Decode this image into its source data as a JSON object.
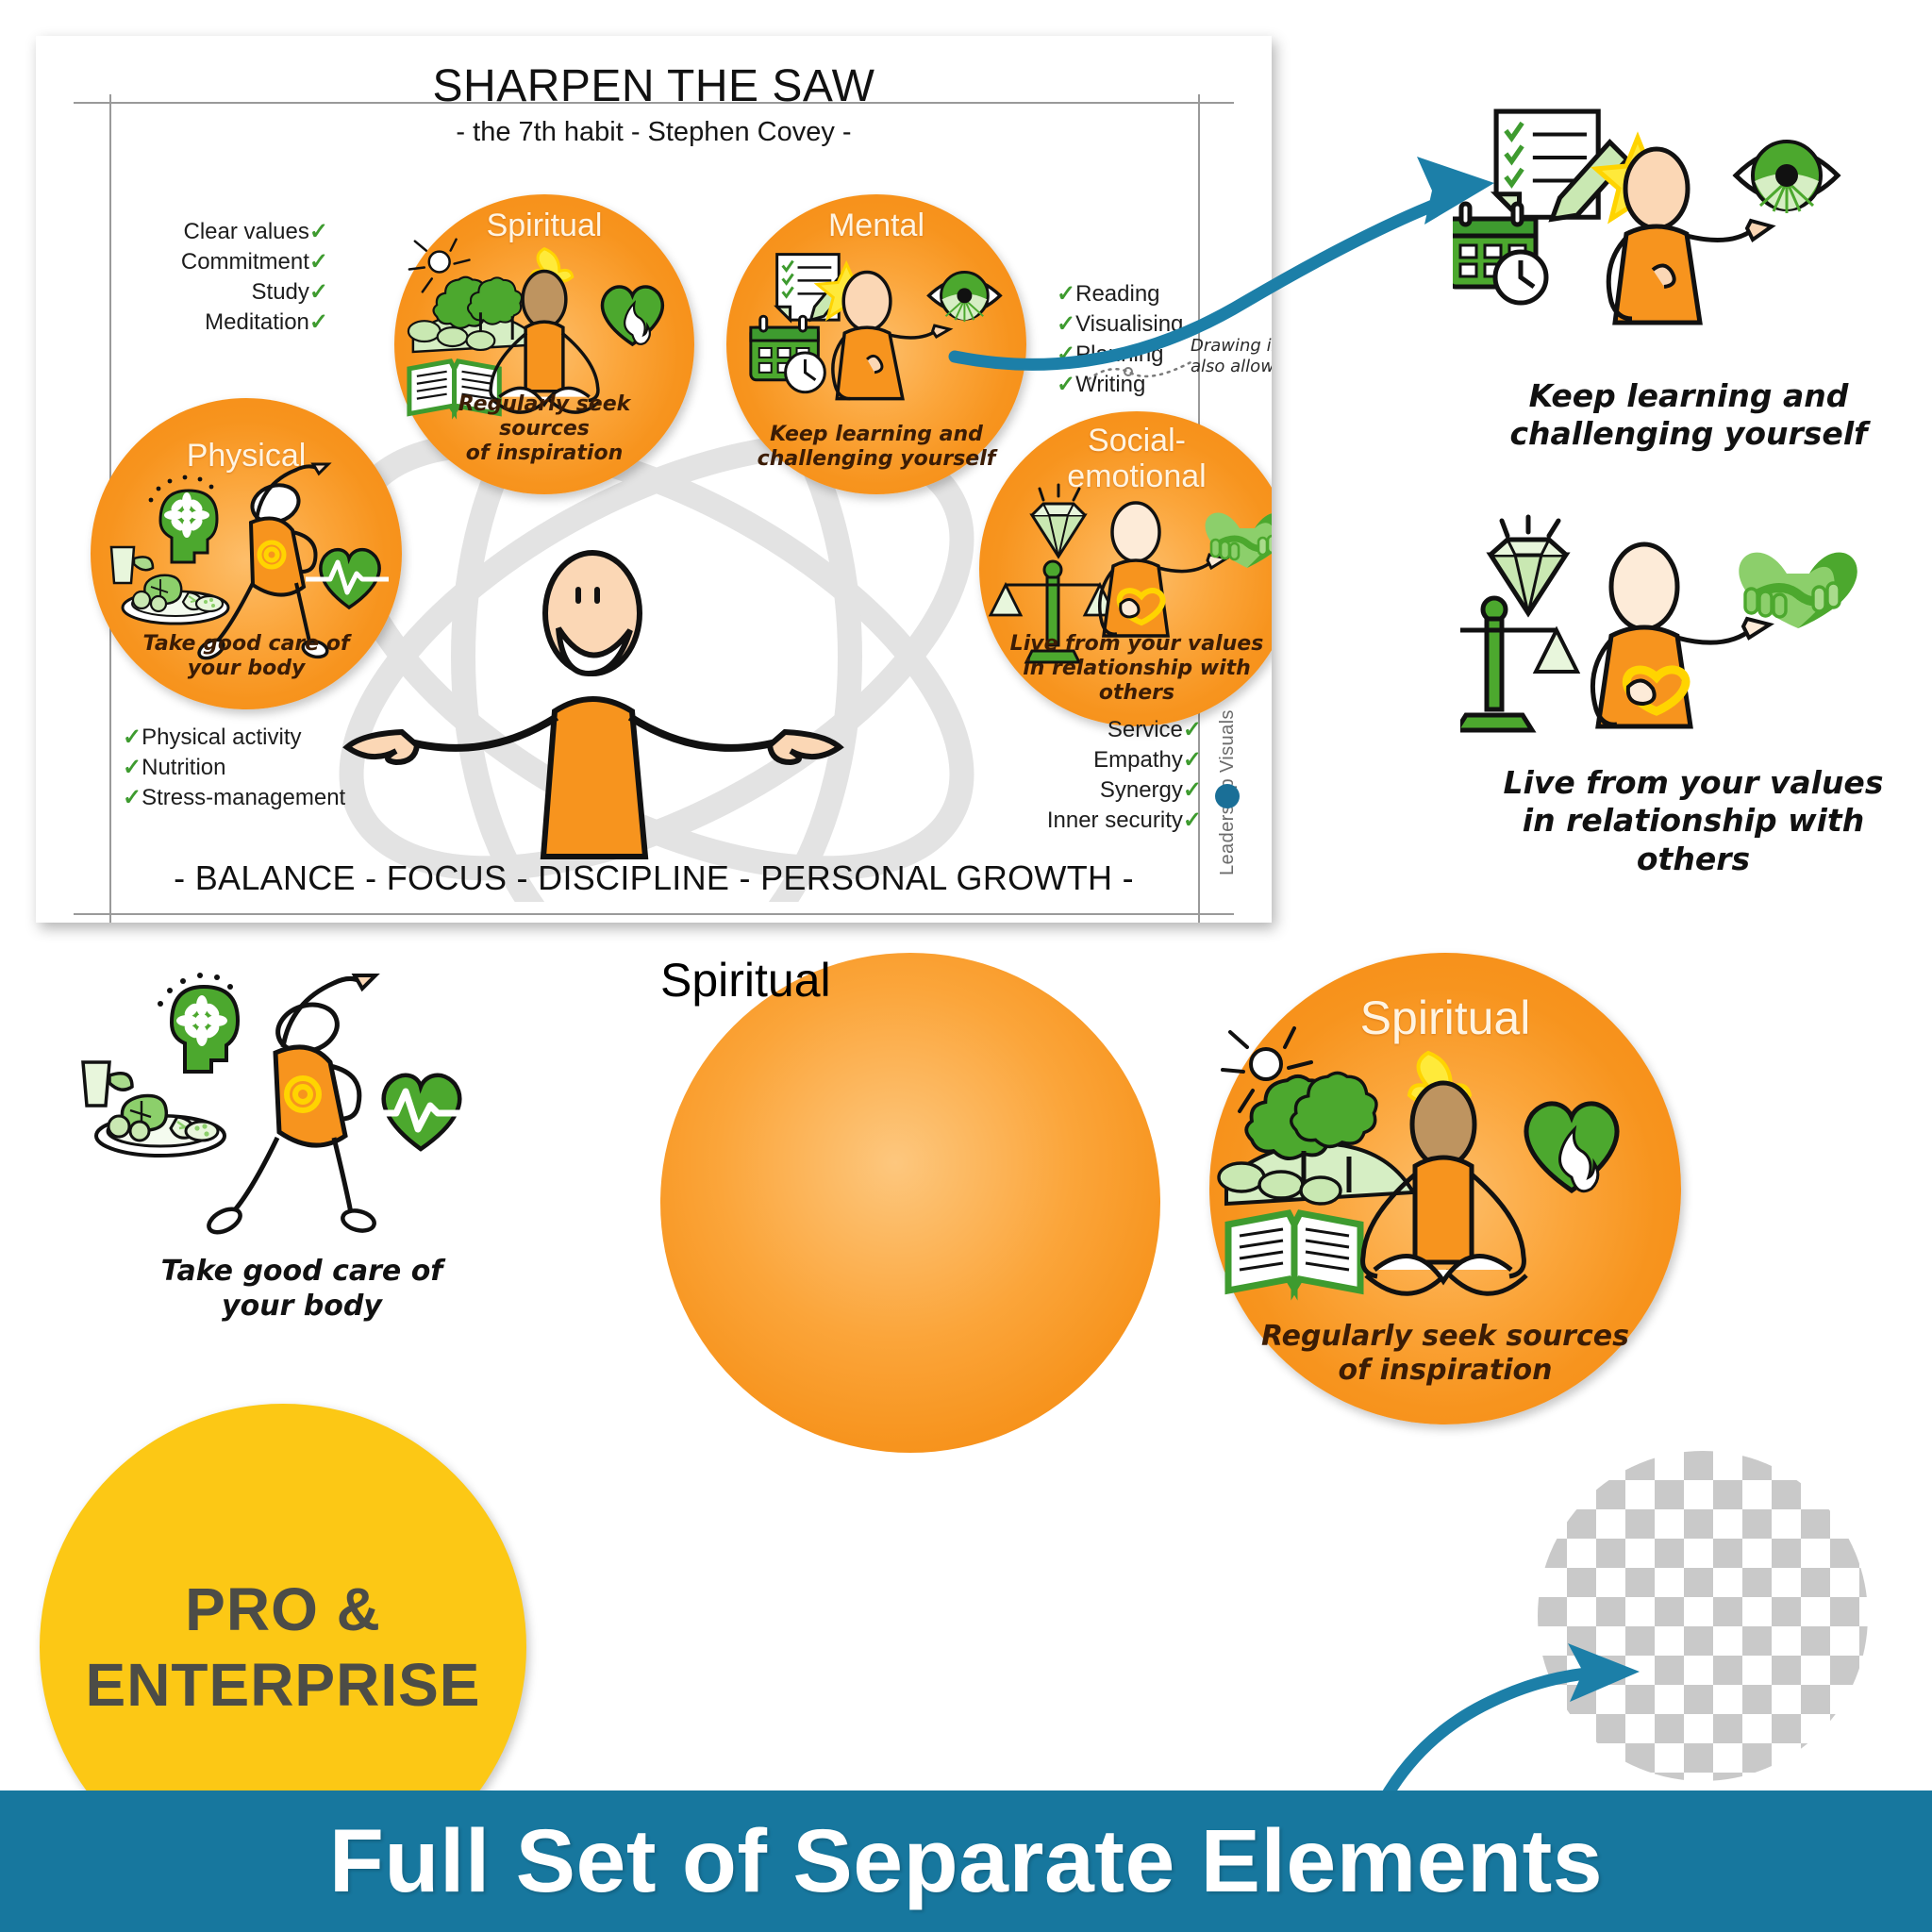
{
  "poster": {
    "title": "SHARPEN THE SAW",
    "subtitle": "- the 7th habit - Stephen Covey -",
    "footer": "- BALANCE - FOCUS - DISCIPLINE - PERSONAL GROWTH -",
    "watermark": "Leadership      Visuals"
  },
  "bubbles": {
    "spiritual": {
      "title": "Spiritual",
      "caption": "Regularly seek sources\nof inspiration",
      "icons": [
        "sun-icon",
        "trees-icon",
        "open-book-icon",
        "meditating-person-icon",
        "flame-halo-icon",
        "green-heart-flame-icon"
      ]
    },
    "mental": {
      "title": "Mental",
      "caption": "Keep learning and\nchallenging yourself",
      "icons": [
        "checklist-pencil-icon",
        "calendar-clock-icon",
        "star-icon",
        "pointing-person-icon",
        "green-eye-icon"
      ]
    },
    "physical": {
      "title": "Physical",
      "caption": "Take good care of\nyour body",
      "icons": [
        "healthy-mind-head-icon",
        "salad-drink-icon",
        "stretching-person-icon",
        "heart-pulse-icon"
      ]
    },
    "social": {
      "title_line1": "Social-",
      "title_line2": "emotional",
      "caption": "Live from your values\nin relationship with\nothers",
      "icons": [
        "diamond-icon",
        "scales-icon",
        "person-heart-icon",
        "handshake-heart-icon"
      ]
    }
  },
  "checklists": {
    "spiritual": [
      "Clear values",
      "Commitment",
      "Study",
      "Meditation"
    ],
    "mental": [
      "Reading",
      "Visualising",
      "Planning",
      "Writing"
    ],
    "physical": [
      "Physical activity",
      "Nutrition",
      "Stress-management"
    ],
    "social": [
      "Service",
      "Empathy",
      "Synergy",
      "Inner security"
    ],
    "tick": "✓"
  },
  "annotation": {
    "mental_note_line1": "Drawing is",
    "mental_note_line2": "also allowed ☺"
  },
  "right_column": [
    {
      "caption": "Keep learning and\nchallenging yourself",
      "icons": [
        "checklist-pencil-icon",
        "calendar-clock-icon",
        "star-icon",
        "pointing-person-icon",
        "green-eye-icon"
      ]
    },
    {
      "caption": "Live from your values\nin relationship with\nothers",
      "icons": [
        "diamond-icon",
        "scales-icon",
        "person-heart-icon",
        "handshake-heart-icon"
      ]
    }
  ],
  "bottom_row": {
    "physical_element": {
      "caption": "Take good care of\nyour body",
      "icons": [
        "healthy-mind-head-icon",
        "salad-drink-icon",
        "stretching-person-icon",
        "heart-pulse-icon"
      ]
    },
    "empty_bubble": {
      "title": "Spiritual"
    },
    "full_bubble": {
      "title": "Spiritual",
      "caption": "Regularly seek sources\nof inspiration"
    },
    "transparent_circle": {
      "label": "transparent-background-circle"
    }
  },
  "badge": {
    "line1": "PRO &",
    "line2": "ENTERPRISE"
  },
  "banner": {
    "text": "Full Set of Separate Elements"
  },
  "colors": {
    "orange": "#F7941E",
    "orange_light": "#FDBE6A",
    "green": "#4CA82E",
    "green_light": "#BFE3A8",
    "teal": "#17779E",
    "yellow": "#FCC815",
    "badge_text": "#4C4C47",
    "brown_text": "#3B1C05"
  }
}
